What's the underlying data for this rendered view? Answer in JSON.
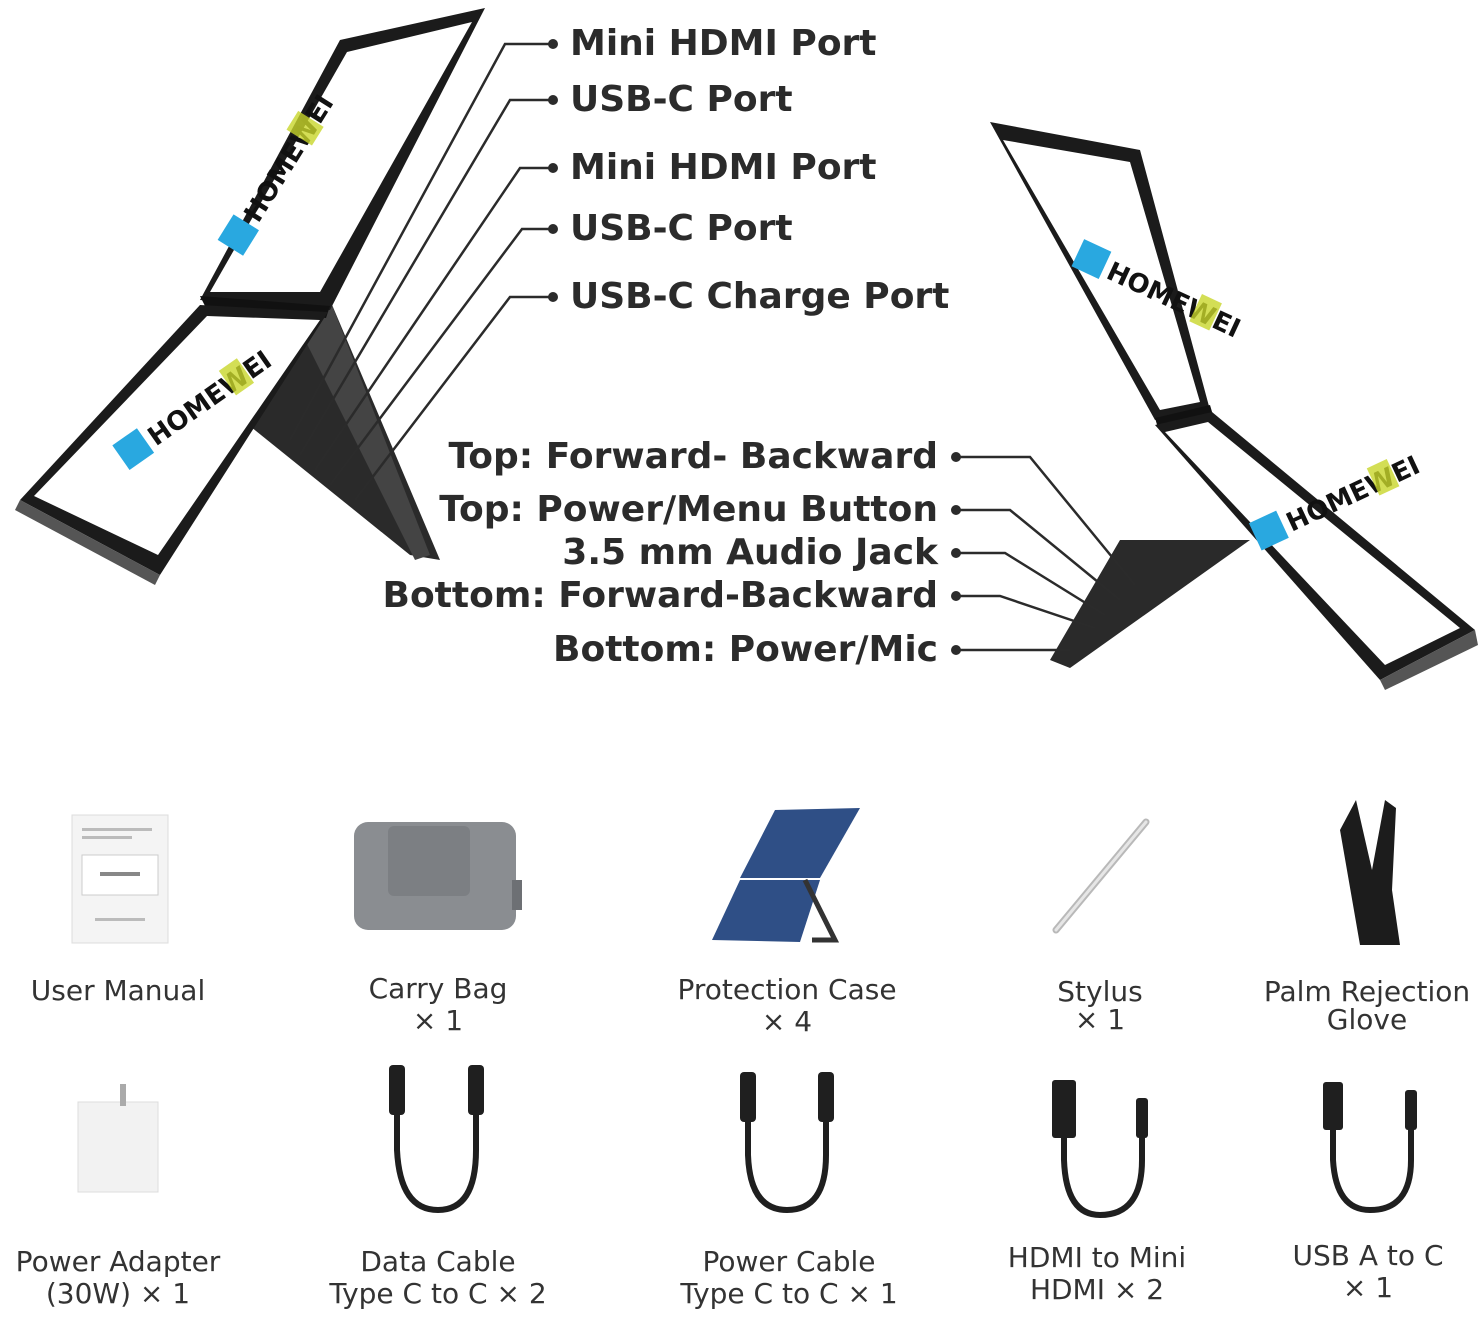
{
  "callouts_right": [
    "Mini HDMI Port",
    "USB-C Port",
    "Mini HDMI Port",
    "USB-C Port",
    "USB-C Charge Port"
  ],
  "callouts_left": [
    "Top: Forward- Backward",
    "Top: Power/Menu Button",
    "3.5 mm Audio Jack",
    "Bottom: Forward-Backward",
    "Bottom: Power/Mic"
  ],
  "accessories_row1": [
    {
      "line1": "User Manual",
      "line2": "",
      "icon": "manual-icon"
    },
    {
      "line1": "Carry Bag",
      "line2": "× 1",
      "icon": "bag-icon"
    },
    {
      "line1": "Protection Case",
      "line2": "× 4",
      "icon": "case-icon"
    },
    {
      "line1": "Stylus",
      "line2": "× 1",
      "icon": "stylus-icon"
    },
    {
      "line1": "Palm Rejection",
      "line2": "Glove",
      "icon": "glove-icon"
    }
  ],
  "accessories_row2": [
    {
      "line1": "Power Adapter",
      "line2": "(30W) × 1",
      "icon": "adapter-icon"
    },
    {
      "line1": "Data Cable",
      "line2": "Type C to C × 2",
      "icon": "cable-icon"
    },
    {
      "line1": "Power Cable",
      "line2": "Type C to C × 1",
      "icon": "cable-icon"
    },
    {
      "line1": "HDMI to Mini",
      "line2": "HDMI × 2",
      "icon": "hdmi-cable-icon"
    },
    {
      "line1": "USB A to C",
      "line2": "× 1",
      "icon": "usb-cable-icon"
    }
  ],
  "colors": {
    "text": "#2b2b2b",
    "monitor_frame": "#1c1c1c",
    "case_blue": "#2f4f86",
    "bag_gray": "#8a8d91"
  }
}
